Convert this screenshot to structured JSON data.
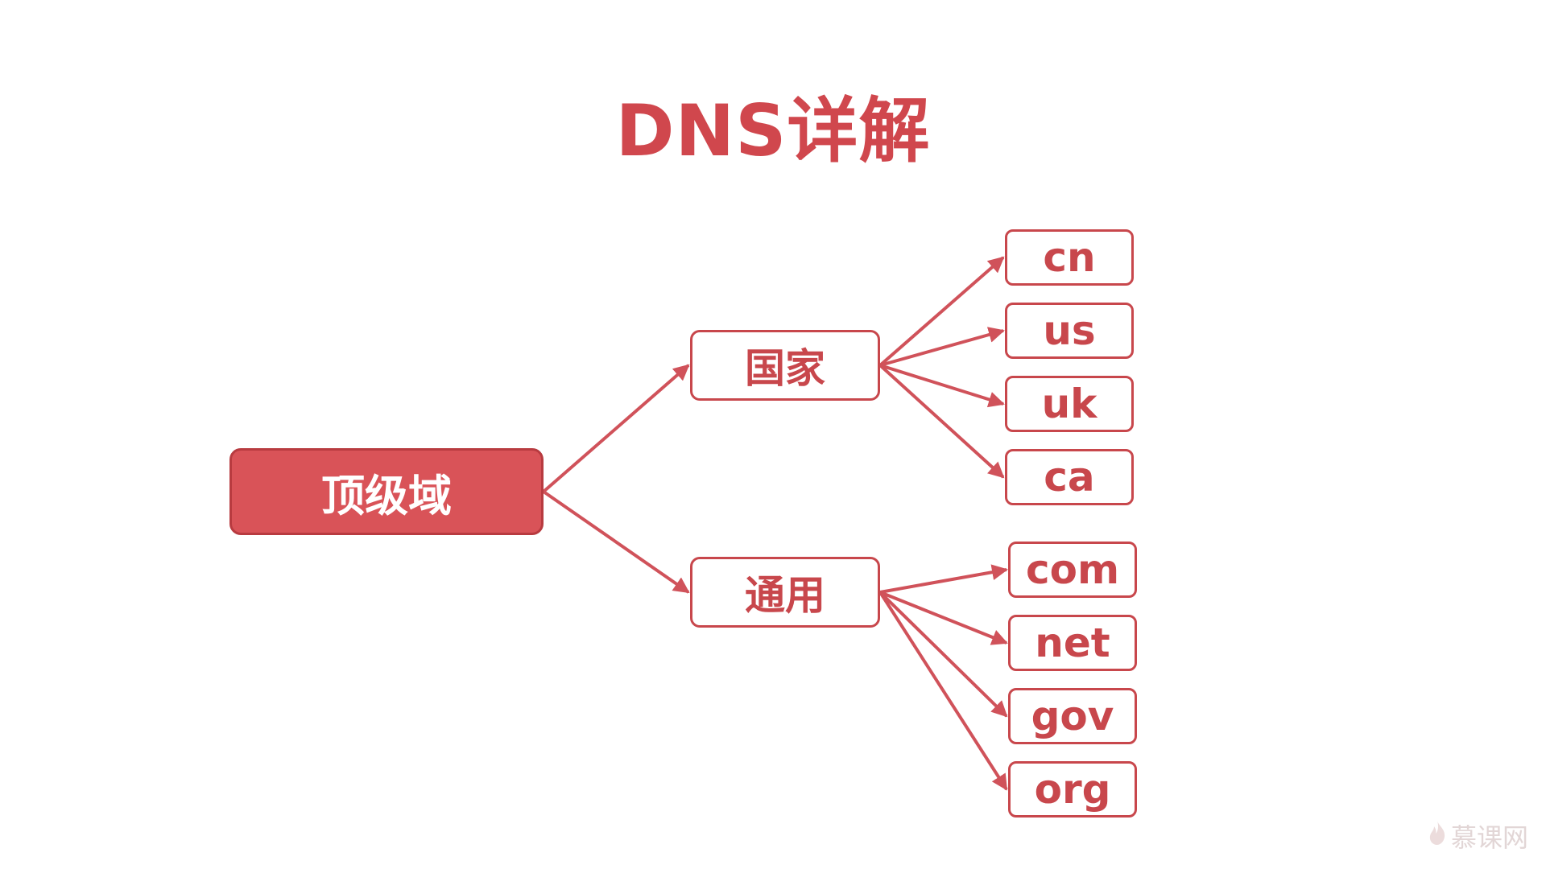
{
  "title": "DNS详解",
  "root": {
    "id": "tld",
    "label": "顶级域"
  },
  "categories": [
    {
      "id": "country",
      "label": "国家",
      "children": [
        "cn",
        "us",
        "uk",
        "ca"
      ]
    },
    {
      "id": "generic",
      "label": "通用",
      "children": [
        "com",
        "net",
        "gov",
        "org"
      ]
    }
  ],
  "watermark": {
    "text": "慕课网",
    "icon": "flame-icon"
  },
  "colors": {
    "accent": "#d0474d",
    "root_fill": "#d95358",
    "border": "#c8474c",
    "line": "#d0525a",
    "background": "#ffffff"
  }
}
